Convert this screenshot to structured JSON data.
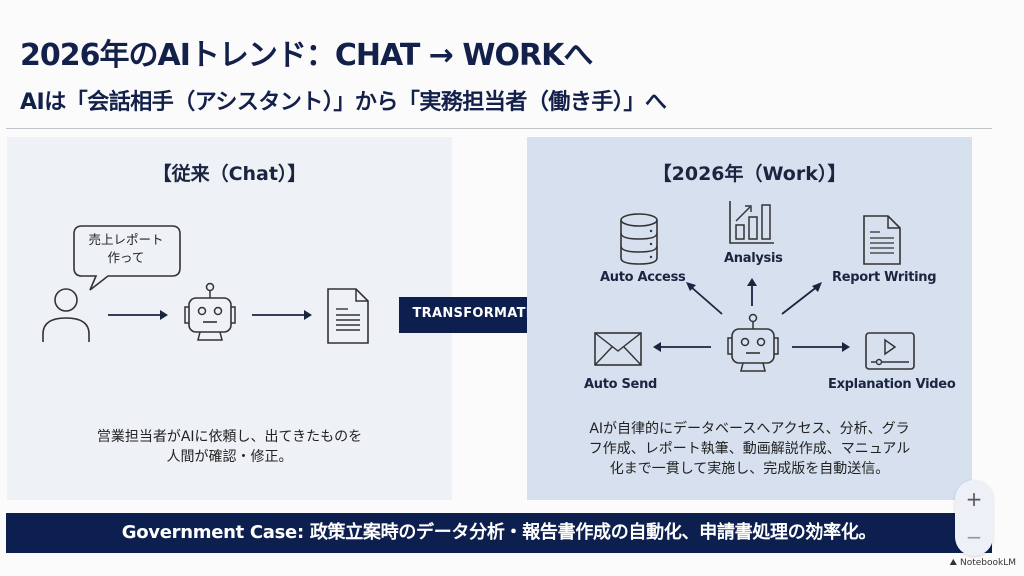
{
  "header": {
    "title": "2026年のAIトレンド：CHAT → WORKへ",
    "subtitle": "AIは「会話相手（アシスタント）」から「実務担当者（働き手）」へ"
  },
  "left_panel": {
    "heading": "【従来（Chat）】",
    "bubble_line1": "売上レポート",
    "bubble_line2": "作って",
    "icons": [
      "person-icon",
      "robot-icon",
      "document-icon"
    ],
    "desc_line1": "営業担当者がAIに依頼し、出てきたものを",
    "desc_line2": "人間が確認・修正。"
  },
  "transformation": {
    "label": "TRANSFORMATION"
  },
  "right_panel": {
    "heading": "【2026年（Work）】",
    "nodes": {
      "auto_access": "Auto Access",
      "analysis": "Analysis",
      "report_writing": "Report Writing",
      "auto_send": "Auto Send",
      "explanation_video": "Explanation Video"
    },
    "desc_line1": "AIが自律的にデータベースへアクセス、分析、グラ",
    "desc_line2": "フ作成、レポート執筆、動画解説作成、マニュアル",
    "desc_line3": "化まで一貫して実施し、完成版を自動送信。"
  },
  "footer": {
    "text": "Government Case: 政策立案時のデータ分析・報告書作成の自動化、申請書処理の効率化。"
  },
  "zoom_controls": {
    "zoom_in": "+",
    "zoom_out": "−"
  },
  "brand": "NotebookLM",
  "colors": {
    "navy": "#0c1f4e",
    "left_panel_bg": "#eef1f5",
    "right_panel_bg": "#d6e0ee"
  }
}
